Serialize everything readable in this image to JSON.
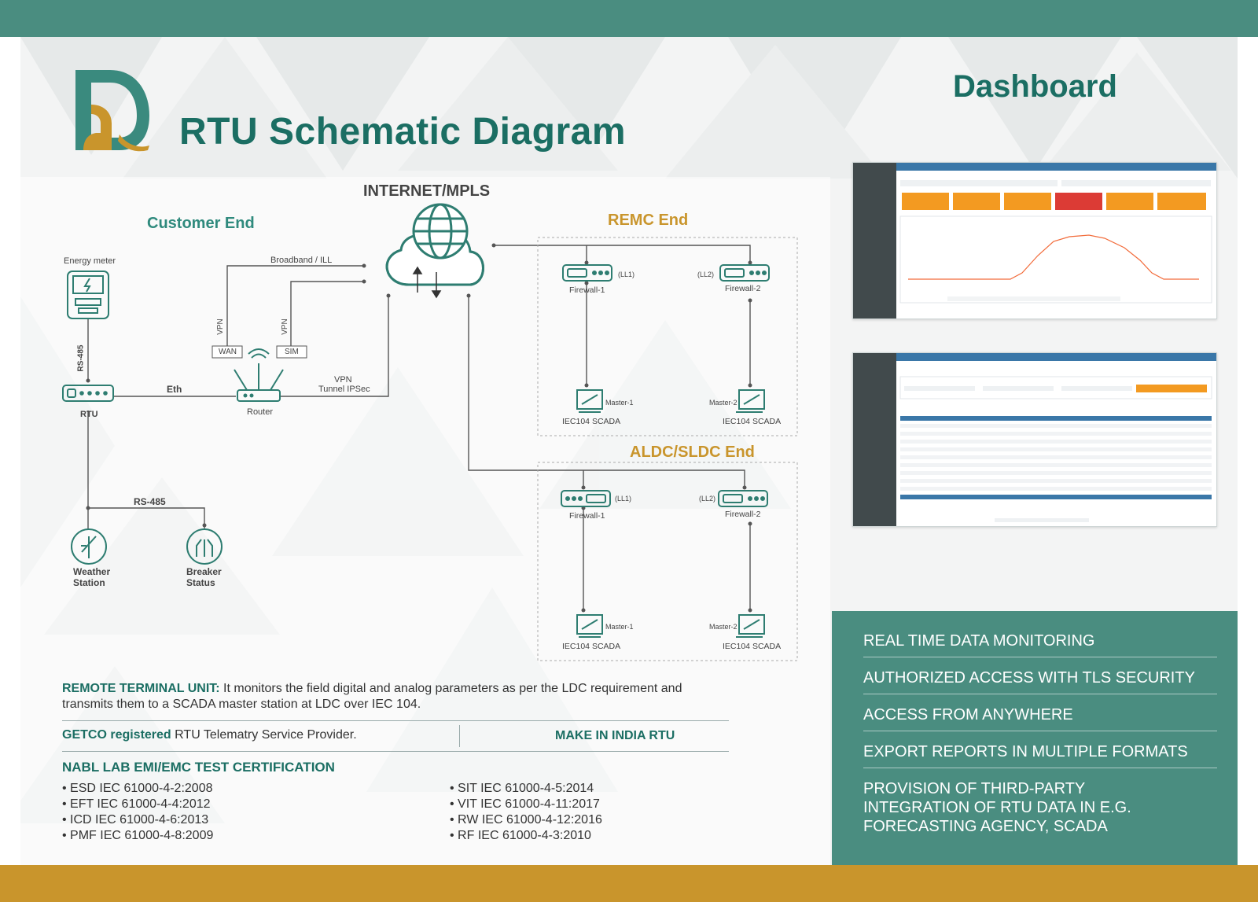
{
  "header": {
    "title": "RTU Schematic Diagram",
    "dashboard_title": "Dashboard"
  },
  "diagram": {
    "internet": "INTERNET/MPLS",
    "customer_end": "Customer End",
    "remc_end": "REMC End",
    "aldc_end": "ALDC/SLDC End",
    "energy_meter": "Energy meter",
    "rs485_vertical": "RS-485",
    "rtu": "RTU",
    "eth": "Eth",
    "router": "Router",
    "wan": "WAN",
    "sim": "SIM",
    "vpn": "VPN",
    "broadband": "Broadband / ILL",
    "vpn_tunnel_line1": "VPN",
    "vpn_tunnel_line2": "Tunnel IPSec",
    "rs485_horizontal": "RS-485",
    "weather_station_line1": "Weather",
    "weather_station_line2": "Station",
    "breaker_status_line1": "Breaker",
    "breaker_status_line2": "Status",
    "firewall1": "Firewall-1",
    "firewall2": "Firewall-2",
    "ll1": "(LL1)",
    "ll2": "(LL2)",
    "master1": "Master-1",
    "master2": "Master-2",
    "scada": "IEC104 SCADA"
  },
  "features": [
    "REAL TIME DATA MONITORING",
    "AUTHORIZED ACCESS WITH TLS SECURITY",
    "ACCESS FROM ANYWHERE",
    "EXPORT REPORTS IN MULTIPLE FORMATS",
    "PROVISION OF THIRD-PARTY INTEGRATION OF RTU DATA IN E.G. FORECASTING AGENCY, SCADA"
  ],
  "info": {
    "rtu_heading": "REMOTE TERMINAL UNIT:",
    "rtu_text": " It monitors the field digital and analog parameters as per the LDC requirement and transmits them to a SCADA master station at LDC over IEC 104.",
    "getco_bold": "GETCO registered",
    "getco_text": " RTU Telematry Service Provider.",
    "make_in_india": "MAKE IN INDIA RTU",
    "cert_heading": "NABL LAB EMI/EMC TEST CERTIFICATION",
    "certs_left": [
      "ESD IEC 61000-4-2:2008",
      "EFT IEC 61000-4-4:2012",
      "ICD IEC 61000-4-6:2013",
      "PMF IEC 61000-4-8:2009"
    ],
    "certs_right": [
      "SIT IEC 61000-4-5:2014",
      "VIT IEC 61000-4-11:2017",
      "RW IEC 61000-4-12:2016",
      "RF IEC 61000-4-3:2010"
    ]
  },
  "colors": {
    "teal": "#4a8d80",
    "dark_teal": "#1b6e63",
    "gold": "#c9952c",
    "orange": "#f39a21",
    "red": "#dc3b35"
  }
}
